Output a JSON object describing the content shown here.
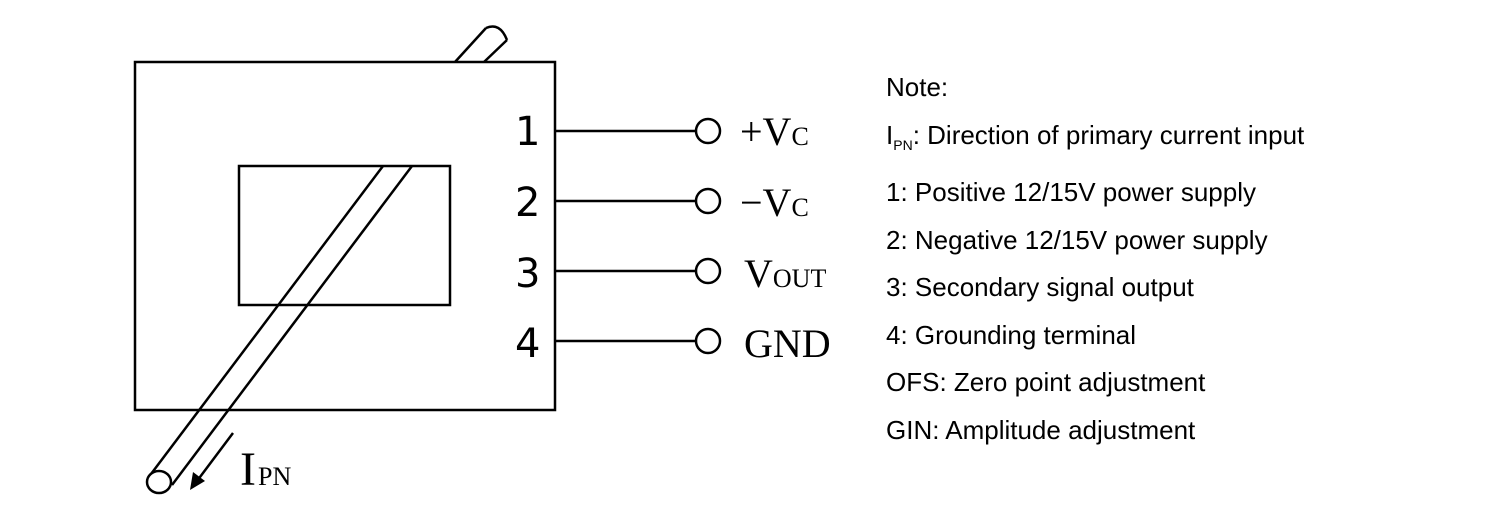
{
  "pins": [
    {
      "number": "1",
      "signal": "+V",
      "signal_sub": "C"
    },
    {
      "number": "2",
      "signal": "−V",
      "signal_sub": "C"
    },
    {
      "number": "3",
      "signal": "V",
      "signal_sub": "OUT"
    },
    {
      "number": "4",
      "signal": "GND",
      "signal_sub": ""
    }
  ],
  "current_label": {
    "main": "I",
    "sub": "PN"
  },
  "notes": {
    "title": "Note:",
    "ipn_main": "I",
    "ipn_sub": "PN",
    "ipn_text": ": Direction of primary current input",
    "items": [
      "1: Positive 12/15V power supply",
      "2: Negative 12/15V power supply",
      "3: Secondary signal output",
      "4: Grounding terminal",
      "OFS: Zero point adjustment",
      "GIN: Amplitude adjustment"
    ]
  }
}
